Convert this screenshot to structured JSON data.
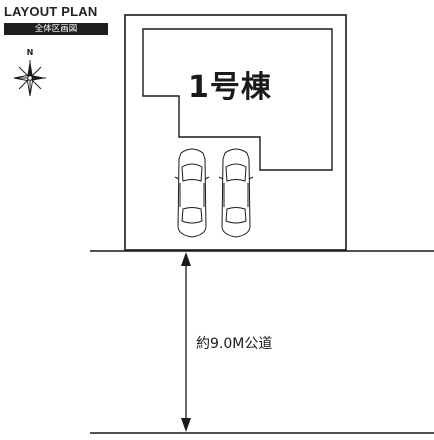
{
  "header": {
    "title": "LAYOUT PLAN",
    "subtitle": "全体区画図"
  },
  "compass": {
    "north_label": "N"
  },
  "plan": {
    "building_label": "1号棟",
    "parking_spaces": 2
  },
  "road": {
    "label": "約9.0M公道"
  },
  "colors": {
    "line": "#1a1a1a",
    "badge_background": "#1e1e1e",
    "badge_text": "#ffffff",
    "background": "#ffffff"
  }
}
